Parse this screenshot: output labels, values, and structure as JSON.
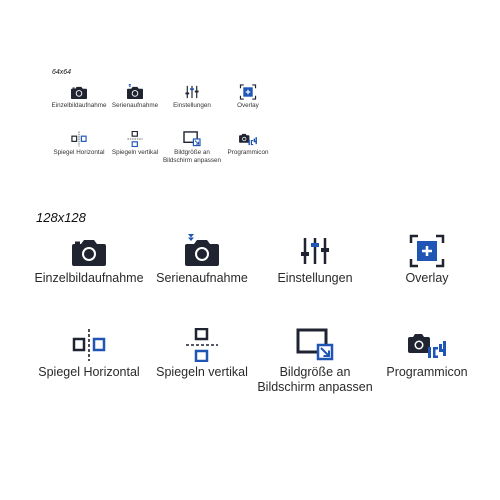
{
  "sections": {
    "small_title": "64x64",
    "large_title": "128x128"
  },
  "colors": {
    "dark": "#1f2430",
    "blue": "#1f56b5"
  },
  "icons": [
    {
      "icon": "camera-icon",
      "label": "Einzelbildaufnahme"
    },
    {
      "icon": "camera-burst-icon",
      "label": "Serienaufnahme"
    },
    {
      "icon": "sliders-icon",
      "label": "Einstellungen"
    },
    {
      "icon": "overlay-icon",
      "label": "Overlay"
    },
    {
      "icon": "mirror-horizontal-icon",
      "label": "Spiegel Horizontal"
    },
    {
      "icon": "mirror-vertical-icon",
      "label": "Spiegeln vertikal"
    },
    {
      "icon": "fit-to-screen-icon",
      "label": "Bildgröße an Bildschirm anpassen"
    },
    {
      "icon": "program-icon",
      "label": "Programmicon"
    }
  ]
}
